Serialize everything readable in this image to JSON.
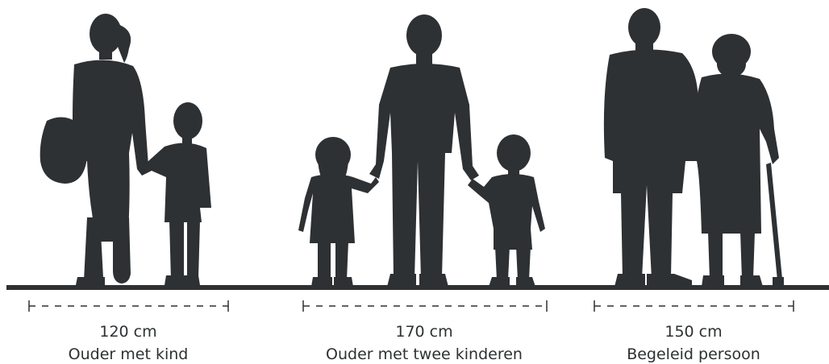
{
  "colors": {
    "silhouette": "#2d3133",
    "background": "#ffffff"
  },
  "groups": [
    {
      "width_label": "120 cm",
      "caption": "Ouder met kind"
    },
    {
      "width_label": "170 cm",
      "caption": "Ouder met twee kinderen"
    },
    {
      "width_label": "150 cm",
      "caption": "Begeleid persoon"
    }
  ]
}
